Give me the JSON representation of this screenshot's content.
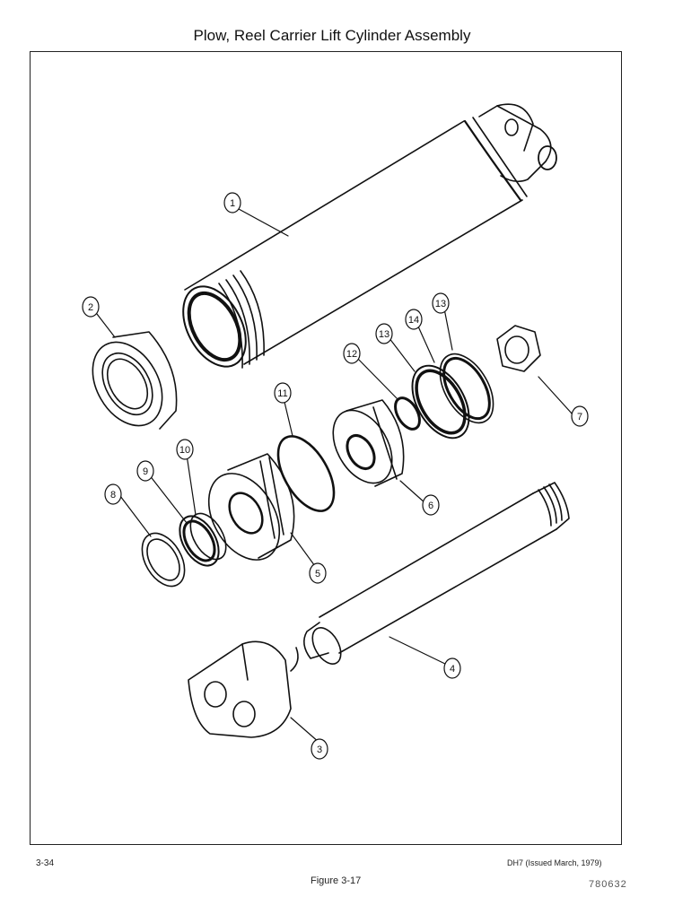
{
  "page": {
    "title": "Plow, Reel Carrier Lift Cylinder Assembly",
    "page_number": "3-34",
    "issue_note": "DH7 (Issued March, 1979)"
  },
  "figure": {
    "caption": "Figure 3-17",
    "drawing_number": "780632",
    "callouts": [
      "1",
      "2",
      "3",
      "4",
      "5",
      "6",
      "7",
      "8",
      "9",
      "10",
      "11",
      "12",
      "13",
      "14",
      "13"
    ]
  }
}
